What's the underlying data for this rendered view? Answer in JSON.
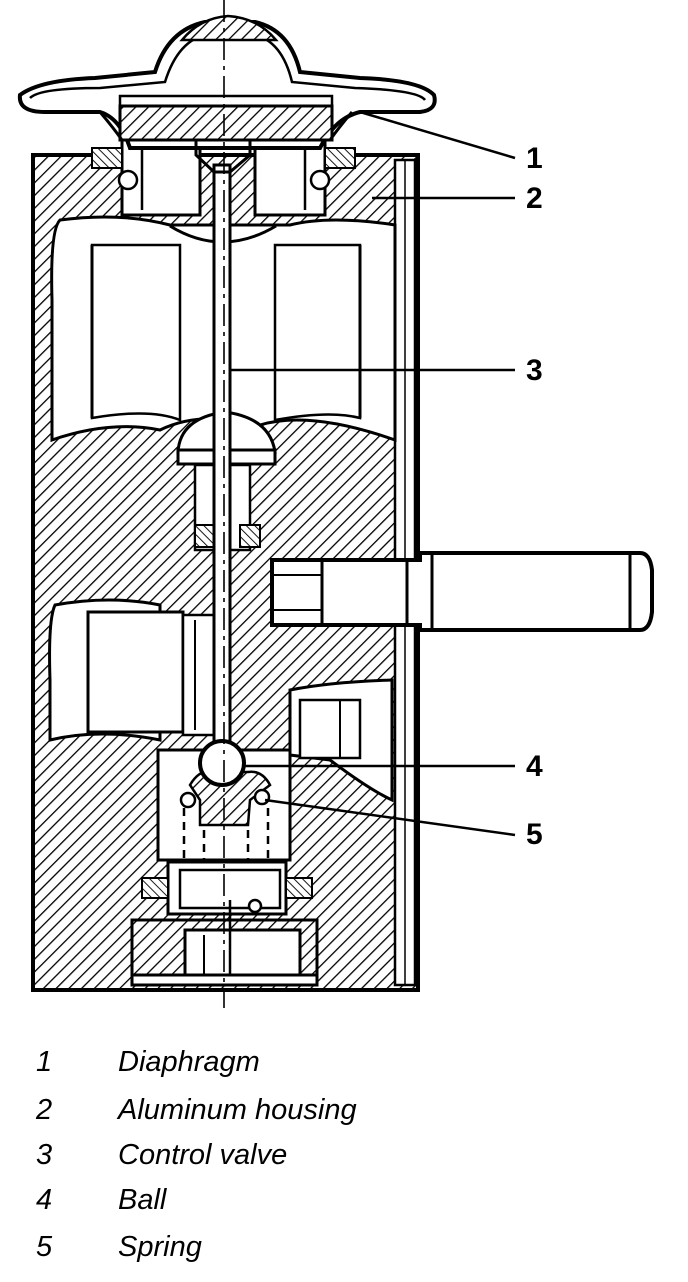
{
  "callouts": [
    {
      "number": "1"
    },
    {
      "number": "2"
    },
    {
      "number": "3"
    },
    {
      "number": "4"
    },
    {
      "number": "5"
    }
  ],
  "legend": [
    {
      "number": "1",
      "label": "Diaphragm"
    },
    {
      "number": "2",
      "label": "Aluminum housing"
    },
    {
      "number": "3",
      "label": "Control valve"
    },
    {
      "number": "4",
      "label": "Ball"
    },
    {
      "number": "5",
      "label": "Spring"
    }
  ]
}
